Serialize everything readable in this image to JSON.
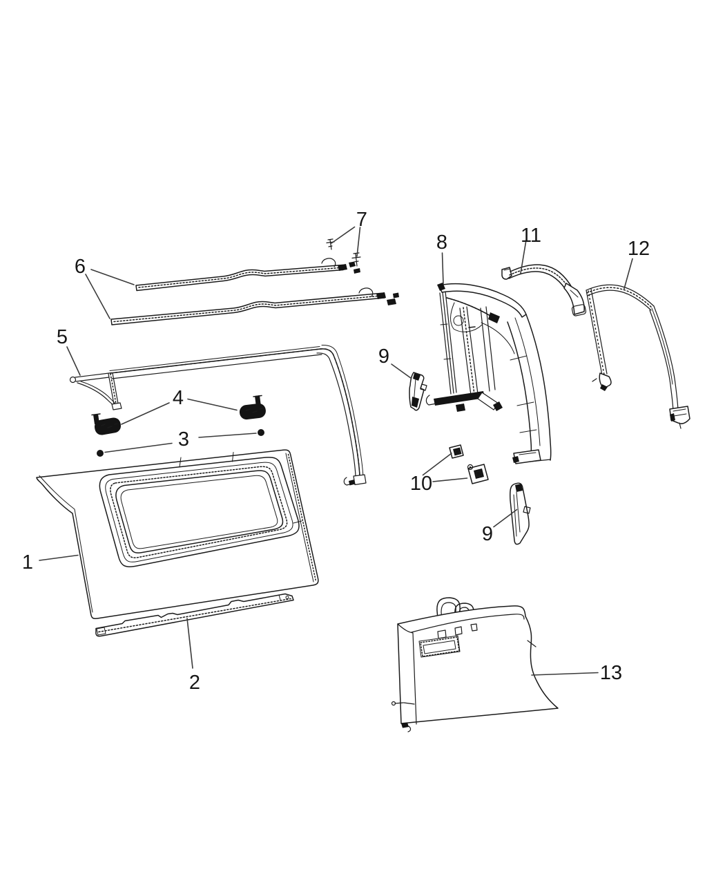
{
  "diagram": {
    "background_color": "#ffffff",
    "line_color": "#1a1a1a",
    "callouts": [
      {
        "id": "1",
        "label": "1"
      },
      {
        "id": "2",
        "label": "2"
      },
      {
        "id": "3",
        "label": "3"
      },
      {
        "id": "4",
        "label": "4"
      },
      {
        "id": "5",
        "label": "5"
      },
      {
        "id": "6",
        "label": "6"
      },
      {
        "id": "7",
        "label": "7"
      },
      {
        "id": "8",
        "label": "8"
      },
      {
        "id": "9a",
        "label": "9"
      },
      {
        "id": "9b",
        "label": "9"
      },
      {
        "id": "10",
        "label": "10"
      },
      {
        "id": "11",
        "label": "11"
      },
      {
        "id": "12",
        "label": "12"
      },
      {
        "id": "13",
        "label": "13"
      }
    ]
  }
}
